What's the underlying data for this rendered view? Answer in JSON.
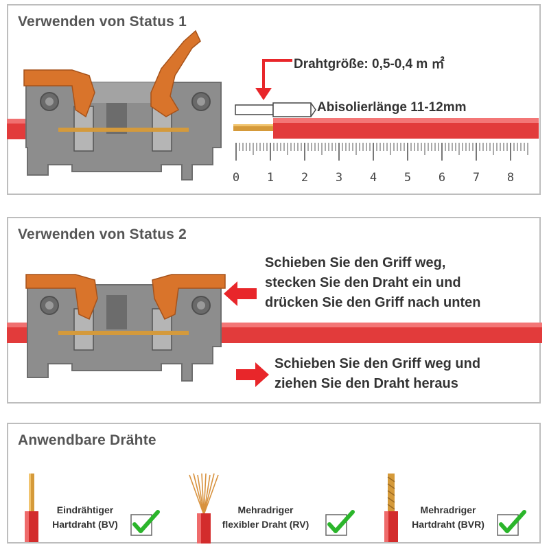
{
  "status1": {
    "title": "Verwenden von Status 1",
    "wire_size_label": "Drahtgröße: 0,5-0,4 m ㎡",
    "strip_length_label": "Abisolierlänge 11-12mm",
    "ruler_numbers": [
      "0",
      "1",
      "2",
      "3",
      "4",
      "5",
      "6",
      "7",
      "8"
    ]
  },
  "status2": {
    "title": "Verwenden von Status 2",
    "insert_instruction": [
      "Schieben Sie den Griff weg,",
      "stecken Sie den Draht ein und",
      "drücken Sie den Griff nach unten"
    ],
    "remove_instruction": [
      "Schieben Sie den Griff weg und",
      "ziehen Sie den Draht heraus"
    ]
  },
  "wires": {
    "title": "Anwendbare Drähte",
    "items": [
      {
        "line1": "Eindrähtiger",
        "line2": "Hartdraht (BV)"
      },
      {
        "line1": "Mehradriger",
        "line2": "flexibler Draht (RV)"
      },
      {
        "line1": "Mehradriger",
        "line2": "Hartdraht (BVR)"
      }
    ]
  },
  "colors": {
    "accent_red": "#e8262a",
    "wire_red": "#e23b3b",
    "handle_orange": "#d9742b",
    "body_gray": "#8a8a8a",
    "check_green": "#2bb52b"
  }
}
